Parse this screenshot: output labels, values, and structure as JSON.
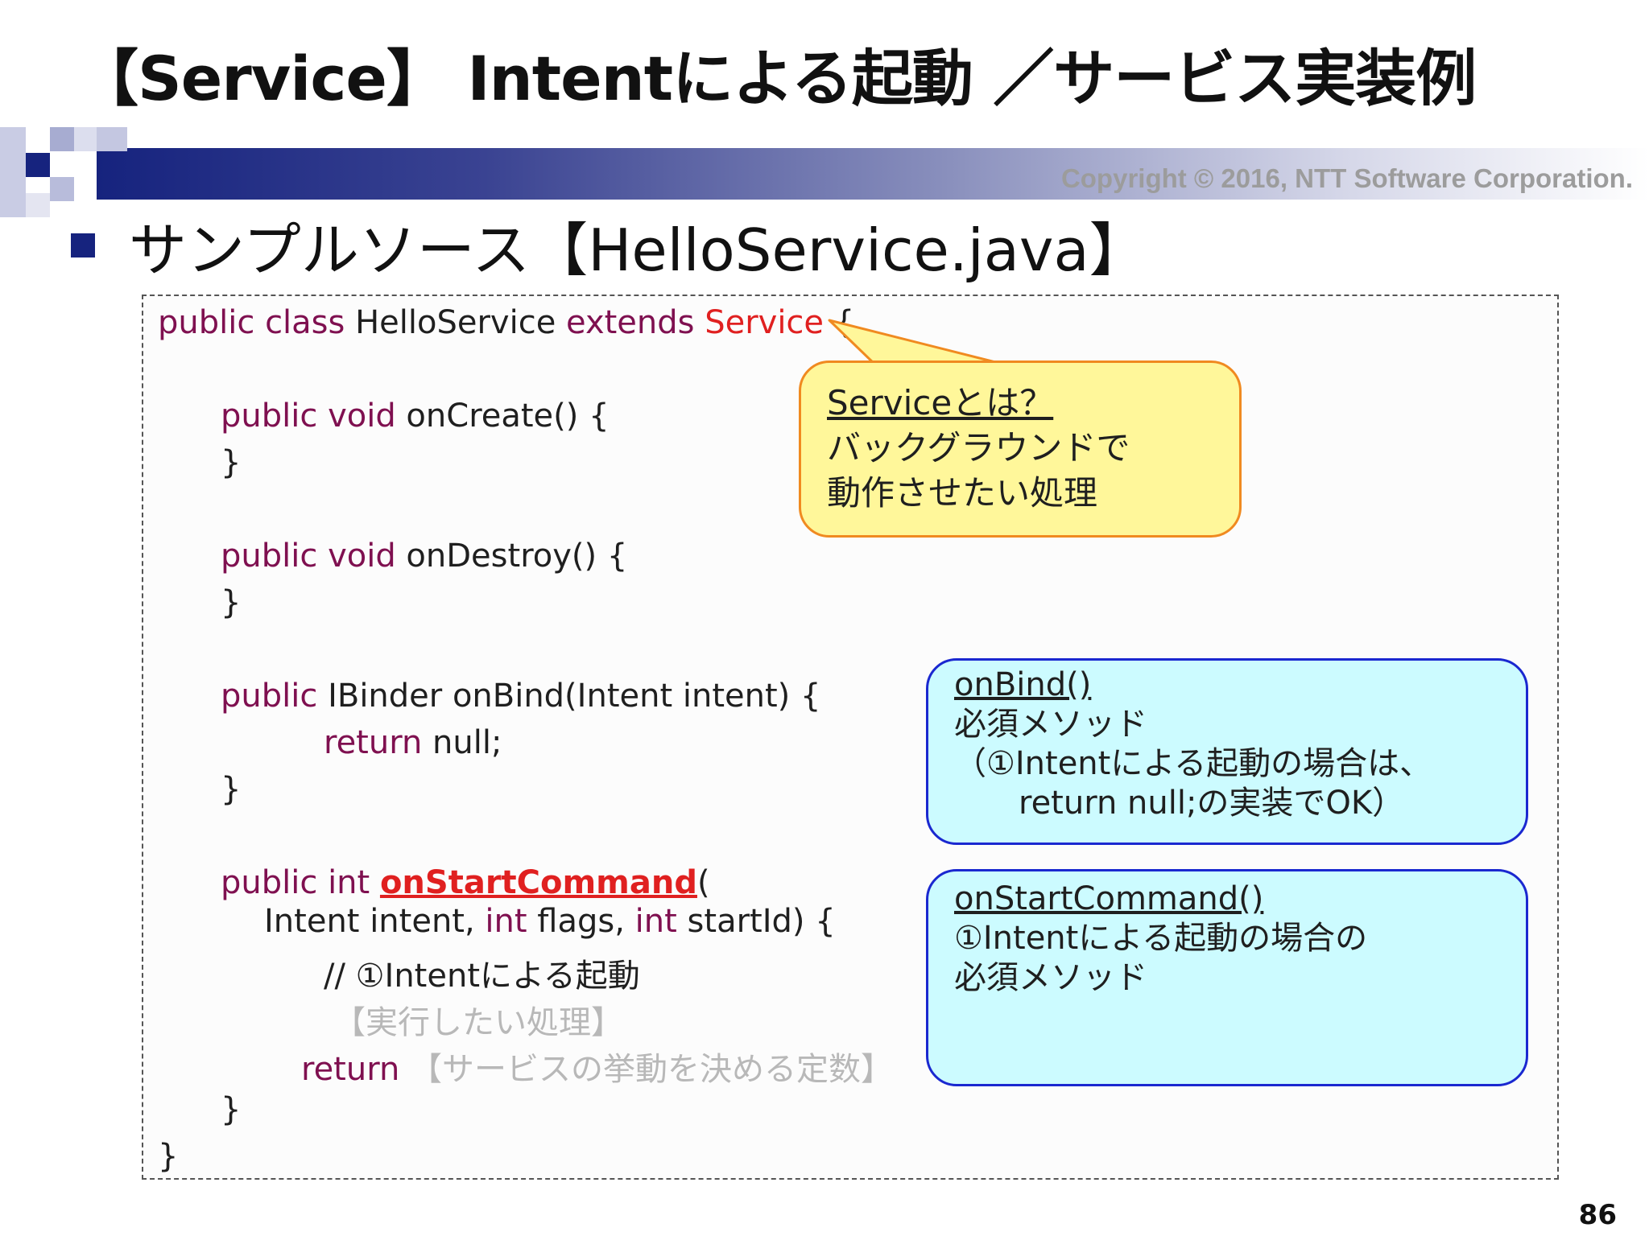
{
  "slide": {
    "title": "【Service】 Intentによる起動 ／サービス実装例",
    "copyright": "Copyright © 2016, NTT Software Corporation.",
    "heading": "サンプルソース【HelloService.java】",
    "page_number": "86"
  },
  "code": {
    "class_decl": {
      "kw1": "public class",
      "name": " HelloService ",
      "kw2": "extends",
      "parent": " Service",
      "brace": " {"
    },
    "oncreate": {
      "kw": "public void",
      "rest": " onCreate() {"
    },
    "oncreate_close": "}",
    "ondestroy": {
      "kw": "public void",
      "rest": " onDestroy() {"
    },
    "ondestroy_close": "}",
    "onbind": {
      "kw": "public",
      "rest": " IBinder onBind(Intent intent) {"
    },
    "onbind_return": {
      "kw": "return",
      "rest": " null;"
    },
    "onbind_close": "}",
    "onstart": {
      "kw": "public int",
      "space": " ",
      "method": "onStartCommand",
      "paren": "("
    },
    "onstart_params": {
      "p1": "Intent intent, ",
      "kw1": "int",
      "p2": " flags, ",
      "kw2": "int",
      "p3": " startId) {"
    },
    "onstart_comment": "// ①Intentによる起動",
    "onstart_placeholder": "【実行したい処理】",
    "onstart_return": {
      "kw": "return",
      "placeholder": " 【サービスの挙動を決める定数】"
    },
    "onstart_close": "}",
    "class_close": "}"
  },
  "callouts": {
    "service": {
      "heading": "Serviceとは？",
      "line1": "バックグラウンドで",
      "line2": "動作させたい処理"
    },
    "onbind": {
      "heading": "onBind()",
      "line1": "必須メソッド",
      "line2": "（①Intentによる起動の場合は、",
      "line3": "return null;の実装でOK）"
    },
    "onstart": {
      "heading": "onStartCommand()",
      "line1": "①Intentによる起動の場合の",
      "line2": "必須メソッド"
    }
  },
  "colors": {
    "keyword": "#7f1050",
    "highlight": "#e02020",
    "placeholder": "#b8b8b8",
    "header_navy": "#16237e",
    "callout_yellow": "#fff79a",
    "callout_orange_border": "#f08a20",
    "callout_cyan": "#ccfbff",
    "callout_blue_border": "#1a28d0"
  }
}
